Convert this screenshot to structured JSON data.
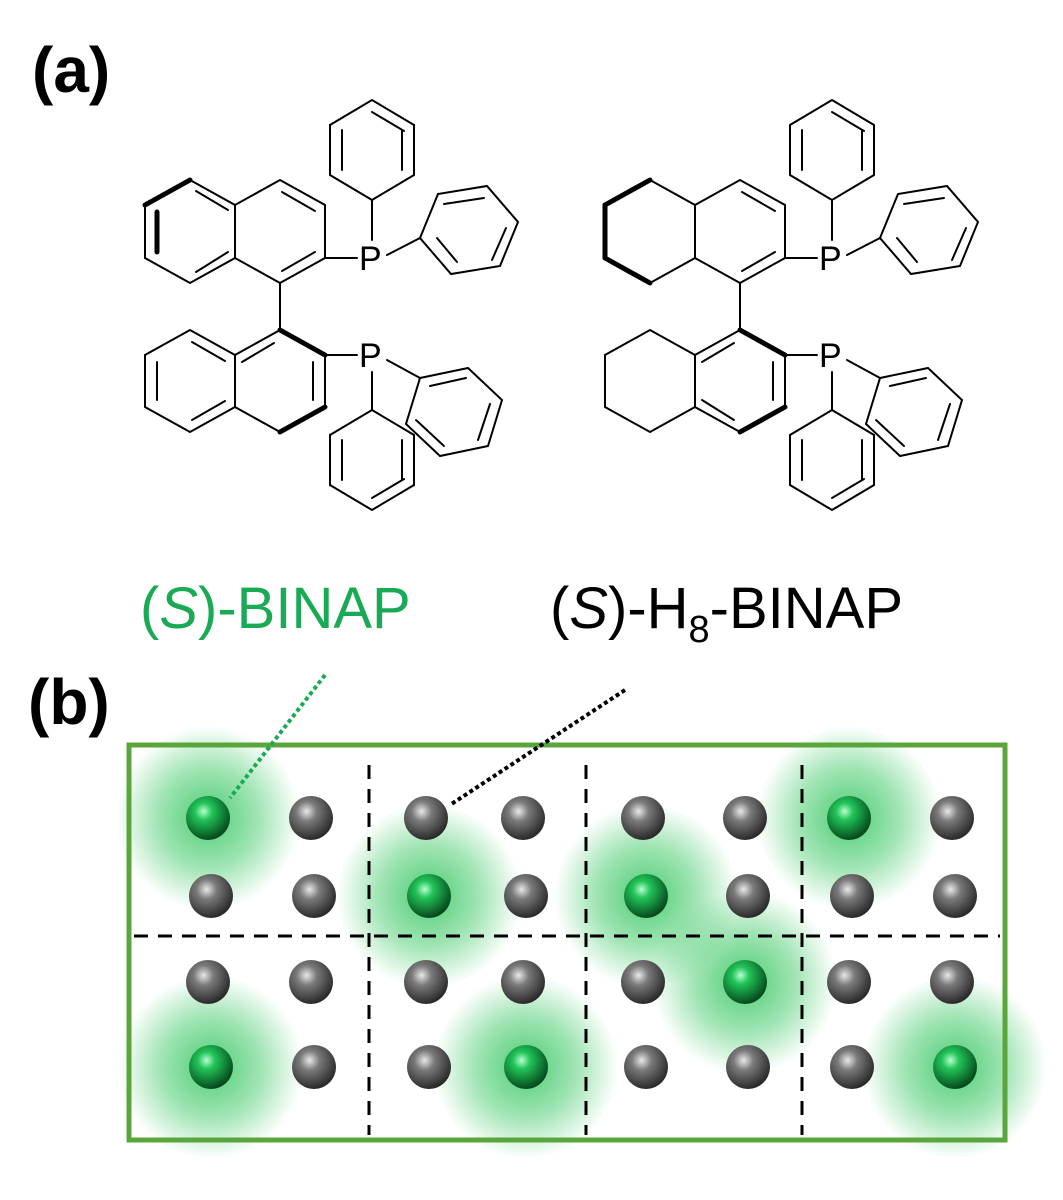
{
  "panels": {
    "a_label": "(a)",
    "b_label": "(b)"
  },
  "molecules": {
    "binap": {
      "open": "(",
      "stereo": "S",
      "rest": ")-BINAP",
      "color": "#1aaa55"
    },
    "h8_binap": {
      "open": "(",
      "stereo": "S",
      "mid": ")-H",
      "sub": "8",
      "rest": "-BINAP",
      "color": "#000000"
    }
  },
  "atom": {
    "label": "P"
  },
  "lattice": {
    "rows": 4,
    "cols": 8,
    "binap_sites": [
      [
        0,
        0
      ],
      [
        0,
        6
      ],
      [
        1,
        2
      ],
      [
        1,
        4
      ],
      [
        2,
        5
      ],
      [
        3,
        0
      ],
      [
        3,
        3
      ],
      [
        3,
        7
      ]
    ],
    "colors": {
      "frame": "#5aa63c",
      "binap": "#19b34a",
      "h8": "#666666",
      "glow": "#2ec45a"
    }
  }
}
